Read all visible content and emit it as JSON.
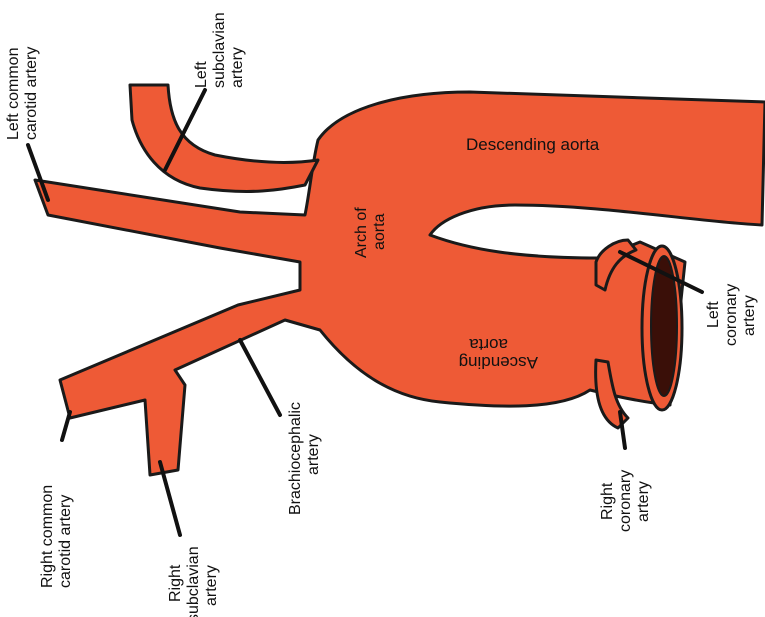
{
  "colors": {
    "vessel": "#ee5a36",
    "vessel_dark": "#c23d1f",
    "lumen": "#3a0f08",
    "outline": "#1a1a1a"
  },
  "labels": {
    "left_common_carotid": [
      "Left common",
      "carotid artery"
    ],
    "left_subclavian": [
      "Left",
      "subclavian",
      "artery"
    ],
    "descending_aorta": "Descending aorta",
    "arch_of_aorta": [
      "Arch of",
      "aorta"
    ],
    "ascending_aorta": [
      "Ascending",
      "aorta"
    ],
    "left_coronary": [
      "Left",
      "coronary",
      "artery"
    ],
    "right_coronary": [
      "Right",
      "coronary",
      "artery"
    ],
    "brachiocephalic": [
      "Brachiocephalic",
      "artery"
    ],
    "right_subclavian": [
      "Right",
      "subclavian",
      "artery"
    ],
    "right_common_carotid": [
      "Right common",
      "carotid artery"
    ]
  }
}
